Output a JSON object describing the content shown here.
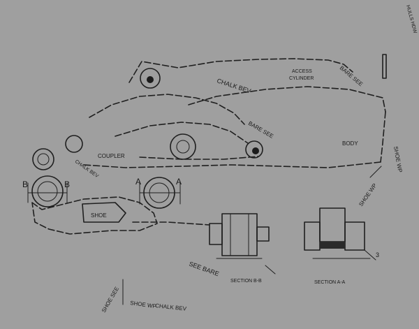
{
  "labels": {
    "access_cylinder": [
      "ACCESS",
      "CYLINDER"
    ],
    "coupler": "COUPLER",
    "body": "BODY",
    "shoe": "SHOE",
    "section_b": "SECTION B-B",
    "section_a": "SECTION A-A"
  },
  "section_markers": {
    "b_left": "B",
    "b_right": "B",
    "a_left": "A",
    "a_right": "A"
  },
  "callouts": {
    "c1": "CHALK BEV",
    "c2": "BARE SEE",
    "c3": "BARE SEE",
    "c4": "CHALK BEV",
    "c5": "SHOE WP",
    "c6": "SHOE WP",
    "c7": "SEE BARE",
    "c8": "HULLS HDW",
    "c9": "SHOE SEE",
    "c10": "SHOE WP",
    "c11": "CHALK BEV",
    "c12": "3"
  }
}
